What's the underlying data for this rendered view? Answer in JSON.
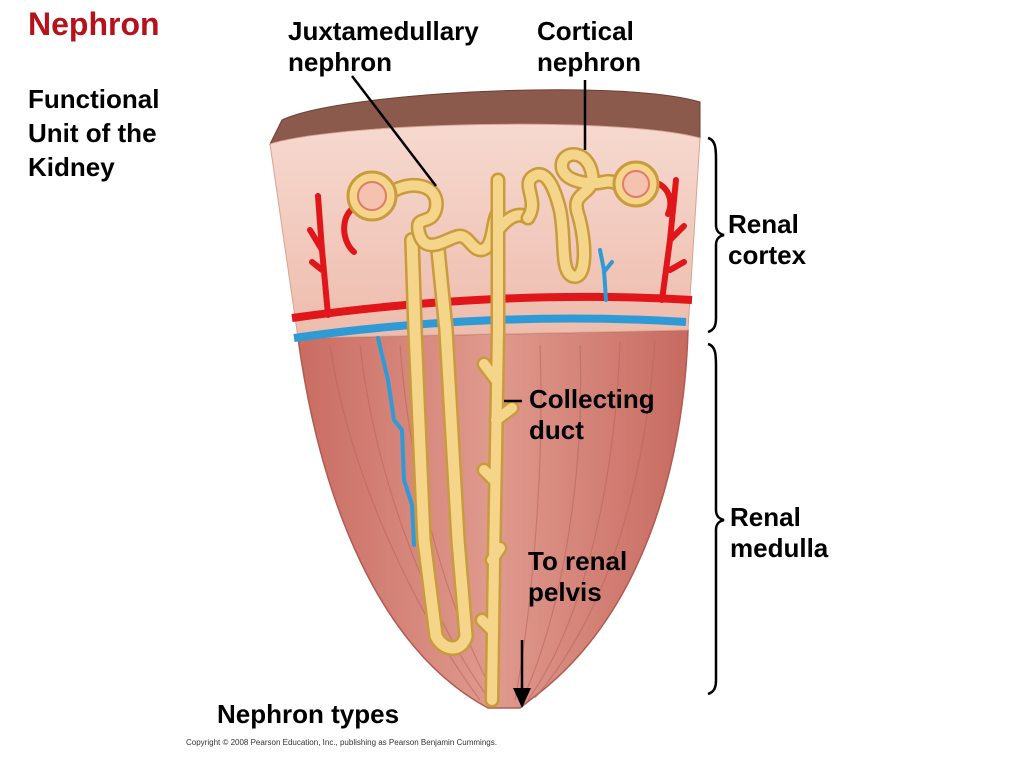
{
  "title": "Nephron",
  "subtitle": "Functional Unit of the Kidney",
  "labels": {
    "juxtamedullary": "Juxtamedullary nephron",
    "cortical": "Cortical nephron",
    "renal_cortex": "Renal cortex",
    "renal_medulla": "Renal medulla",
    "collecting_duct": "Collecting duct",
    "to_renal_pelvis": "To renal pelvis",
    "nephron_types": "Nephron types"
  },
  "copyright": "Copyright © 2008 Pearson Education, Inc., publishing as Pearson Benjamin Cummings.",
  "colors": {
    "title": "#b5121b",
    "capsule": "#8c5a4c",
    "cortex": "#f3c9bd",
    "medulla": "#d9857a",
    "tubule": "#f4d58a",
    "tubule_outline": "#c89b3c",
    "artery": "#e0161b",
    "vein": "#2e9ad6"
  }
}
